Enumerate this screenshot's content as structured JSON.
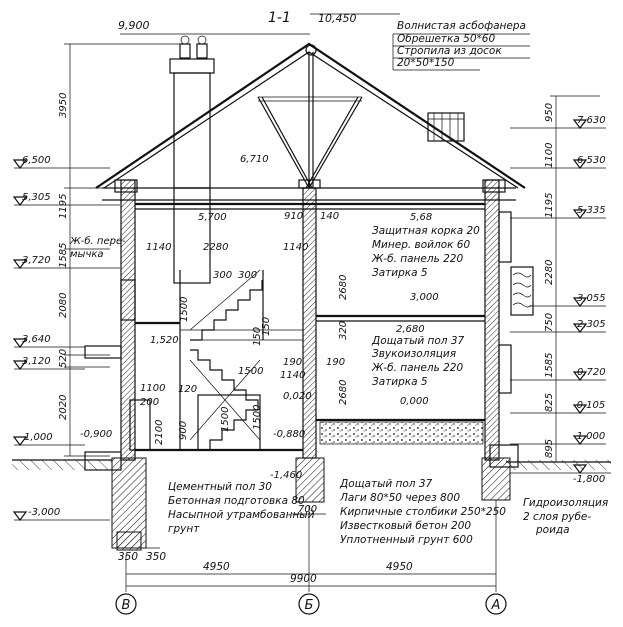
{
  "section_title": "1-1",
  "ridge_level": "10,450",
  "chimney_top_level": "9,900",
  "roof_spec": [
    "Волнистая асбофанера",
    "Обрешетка 50*60",
    "Стропила из досок",
    "20*50*150"
  ],
  "attic_floor_spec": [
    "Защитная корка 20",
    "Минер. войлок 60",
    "Ж-б. панель 220",
    "Затирка 5"
  ],
  "first_floor_spec": [
    "Дощатый пол 37",
    "Звукоизоляция",
    "Ж-б. панель 220",
    "Затирка 5"
  ],
  "ground_floor_spec": [
    "Дощатый пол 37",
    "Лаги 80*50 через 800",
    "Кирпичные столбики 250*250",
    "Известковый бетон 200",
    "Уплотненный грунт 600"
  ],
  "basement_floor_spec": [
    "Цементный пол 30",
    "Бетонная подготовка 80",
    "Насыпной утрамбованный",
    "грунт"
  ],
  "lintel_note": [
    "Ж-б. пере-",
    "мычка"
  ],
  "waterproofing_note": [
    "Гидроизоляция",
    "2 слоя рубе-",
    "роида"
  ],
  "left_levels": [
    "6,500",
    "5,305",
    "3,720",
    "3,640",
    "3,120",
    "1,000",
    "-3,000"
  ],
  "left_vertical_dims": [
    "3950",
    "1195",
    "1585",
    "2080",
    "520",
    "2020"
  ],
  "right_levels": [
    "7,630",
    "6,530",
    "5,335",
    "3,055",
    "2,305",
    "0,720",
    "-0,105",
    "-1,000",
    "-1,800"
  ],
  "right_vertical_dims": [
    "950",
    "1100",
    "1195",
    "2280",
    "750",
    "1585",
    "825",
    "895"
  ],
  "inner_levels": [
    "6,710",
    "5,700",
    "5,68",
    "3,000",
    "2,680",
    "1,520",
    "0,020",
    "0,000",
    "-0,880",
    "-0,900",
    "-1,460"
  ],
  "inner_dims": [
    "910",
    "140",
    "1140",
    "2280",
    "1140",
    "300",
    "300",
    "1500",
    "150",
    "150",
    "1500",
    "120",
    "1100",
    "200",
    "2100",
    "900",
    "190",
    "1140",
    "190",
    "2680",
    "2680",
    "320",
    "1500",
    "1500",
    "700"
  ],
  "bottom_dims": [
    "350",
    "350",
    "4950",
    "4950",
    "9900"
  ],
  "axes": [
    "В",
    "Б",
    "А"
  ]
}
